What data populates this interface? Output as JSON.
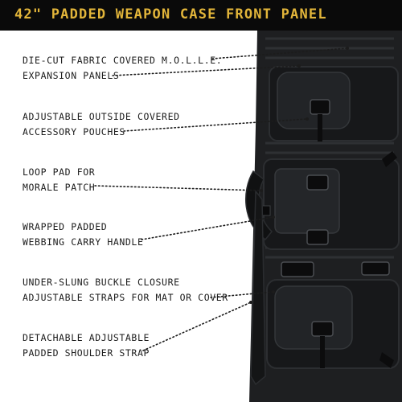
{
  "header": {
    "title": "42\" PADDED WEAPON CASE FRONT PANEL"
  },
  "callouts": [
    {
      "lines": [
        "DIE-CUT FABRIC COVERED M.O.L.L.E.",
        "EXPANSION PANELS"
      ]
    },
    {
      "lines": [
        "ADJUSTABLE OUTSIDE COVERED",
        "ACCESSORY POUCHES"
      ]
    },
    {
      "lines": [
        "LOOP PAD FOR",
        "MORALE PATCH"
      ]
    },
    {
      "lines": [
        "WRAPPED PADDED",
        "WEBBING CARRY HANDLE"
      ]
    },
    {
      "lines": [
        "UNDER-SLUNG BUCKLE CLOSURE",
        "ADJUSTABLE STRAPS FOR MAT OR COVER"
      ]
    },
    {
      "lines": [
        "DETACHABLE ADJUSTABLE",
        "PADDED SHOULDER STRAP"
      ]
    }
  ],
  "colors": {
    "header_bg": "#0a0a0a",
    "header_text": "#e2b53a",
    "label_text": "#1c1c1c",
    "case_fabric": "#1e1f21"
  }
}
